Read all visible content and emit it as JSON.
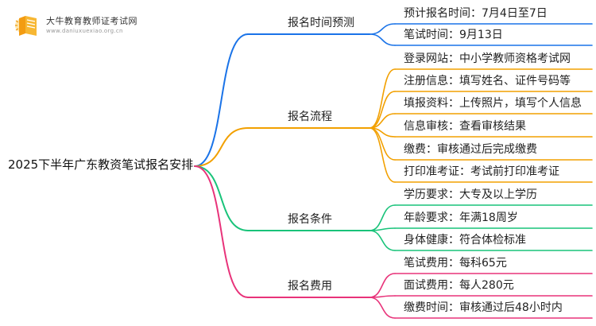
{
  "logo": {
    "name": "大牛教育教师证考试网",
    "url": "www.daniuxuexiao.org.cn",
    "icon": "book-logo-icon"
  },
  "root": "2025下半年广东教资笔试报名安排",
  "colors": {
    "blue": "#1a73e8",
    "orange": "#f2a000",
    "green": "#19c37a",
    "pink": "#e8337a"
  },
  "branches": [
    {
      "label": "报名时间预测",
      "color": "blue",
      "items": [
        "预计报名时间：7月4日至7日",
        "笔试时间：9月13日"
      ]
    },
    {
      "label": "报名流程",
      "color": "orange",
      "items": [
        "登录网站：中小学教师资格考试网",
        "注册信息：填写姓名、证件号码等",
        "填报资料：上传照片，填写个人信息",
        "信息审核：查看审核结果",
        "缴费：审核通过后完成缴费",
        "打印准考证：考试前打印准考证"
      ]
    },
    {
      "label": "报名条件",
      "color": "green",
      "items": [
        "学历要求：大专及以上学历",
        "年龄要求：年满18周岁",
        "身体健康：符合体检标准"
      ]
    },
    {
      "label": "报名费用",
      "color": "pink",
      "items": [
        "笔试费用：每科65元",
        "面试费用：每人280元",
        "缴费时间：审核通过后48小时内"
      ]
    }
  ]
}
